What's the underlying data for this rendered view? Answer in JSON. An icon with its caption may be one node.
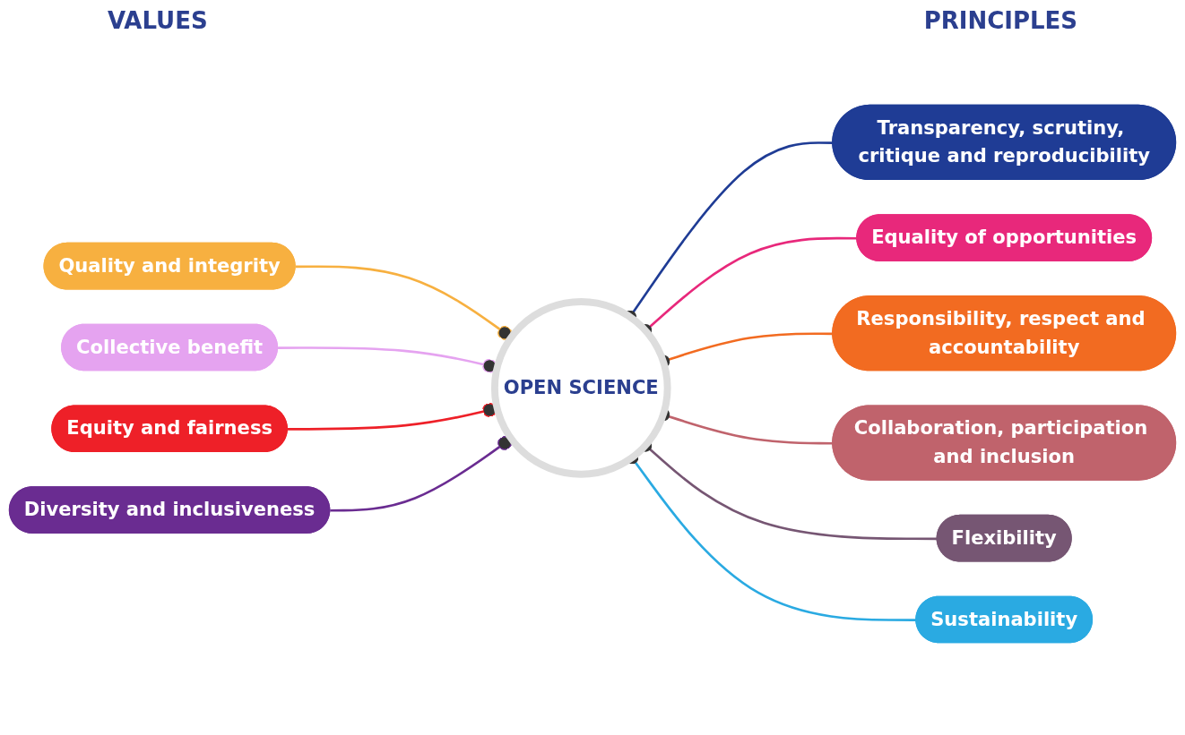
{
  "diagram": {
    "nodes": [
      {
        "text": [
          "Quality and integrity"
        ]
      },
      {
        "text": [
          "Collective benefit"
        ]
      },
      {
        "text": [
          "Equity and fairness"
        ]
      },
      {
        "text": [
          "Diversity and inclusiveness"
        ]
      },
      {
        "text": [
          "OPEN SCIENCE"
        ]
      },
      {
        "text": [
          "Transparency, scrutiny, critique and reproducibility"
        ]
      },
      {
        "text": [
          "Equality of opportunities"
        ]
      },
      {
        "text": [
          "Responsibility, respect and accountability"
        ]
      },
      {
        "text": [
          "Collaboration, participation and inclusion"
        ]
      },
      {
        "text": [
          "Flexibility"
        ]
      },
      {
        "text": [
          "Sustainability"
        ]
      }
    ],
    "edges": [
      {
        "from": 0,
        "to": 4,
        "arrow": "other",
        "color": "#f7b040"
      },
      {
        "from": 1,
        "to": 4,
        "arrow": "other",
        "color": "#e5a3f0"
      },
      {
        "from": 2,
        "to": 4,
        "arrow": "other",
        "color": "#ee2028"
      },
      {
        "from": 3,
        "to": 4,
        "arrow": "other",
        "color": "#6a2c91"
      },
      {
        "from": 4,
        "to": 5,
        "arrow": "other",
        "color": "#1f3c95"
      },
      {
        "from": 4,
        "to": 6,
        "arrow": "other",
        "color": "#e8287b"
      },
      {
        "from": 4,
        "to": 7,
        "arrow": "other",
        "color": "#f26b21"
      },
      {
        "from": 4,
        "to": 8,
        "arrow": "other",
        "color": "#c0636c"
      },
      {
        "from": 4,
        "to": 9,
        "arrow": "other",
        "color": "#765673"
      },
      {
        "from": 4,
        "to": 10,
        "arrow": "other",
        "color": "#2aaae2"
      }
    ],
    "labels": [
      "VALUES",
      "PRINCIPLES"
    ]
  }
}
